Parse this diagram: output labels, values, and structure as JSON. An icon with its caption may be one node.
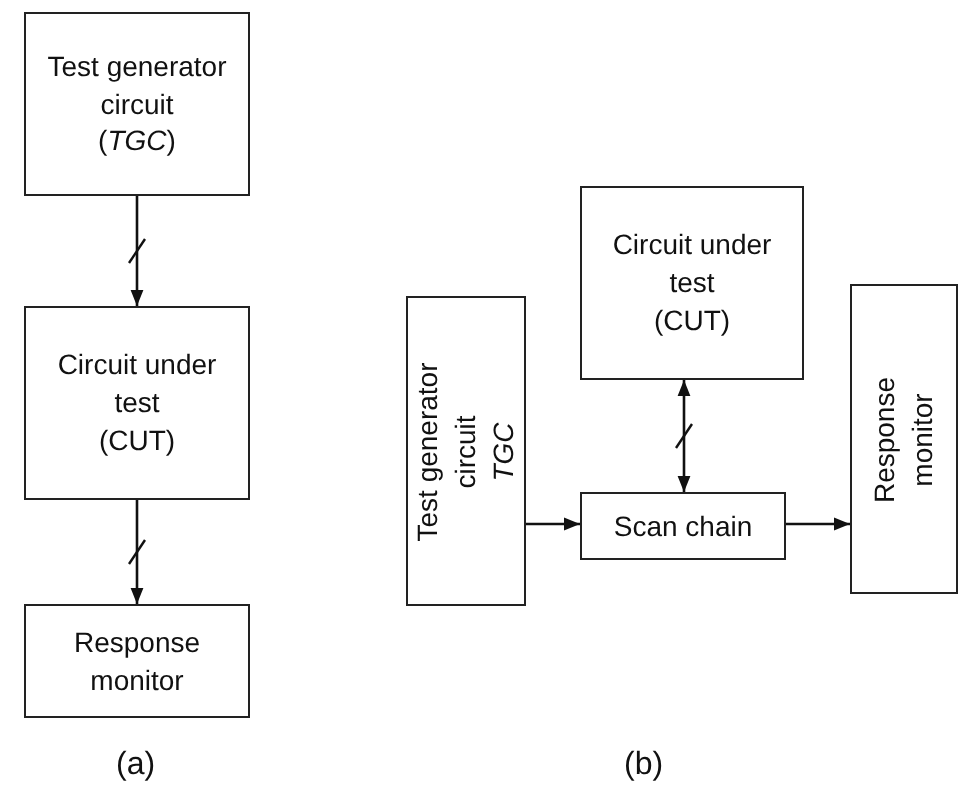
{
  "diagram": {
    "nodes": [
      {
        "text": [
          "Test generator circuit",
          "(*TGC*)"
        ]
      },
      {
        "text": [
          "Circuit under test",
          "(CUT)"
        ]
      },
      {
        "text": [
          "Response monitor"
        ]
      },
      {
        "text": [
          "Circuit under test",
          "(CUT)"
        ]
      },
      {
        "text": [
          "Test generator circuit",
          "*TGC*"
        ]
      },
      {
        "text": [
          "Scan chain"
        ]
      },
      {
        "text": [
          "Response monitor"
        ]
      }
    ],
    "edges": [
      {
        "from": 0,
        "to": 1,
        "arrow": "to"
      },
      {
        "from": 1,
        "to": 2,
        "arrow": "to"
      },
      {
        "from": 4,
        "to": 5,
        "arrow": "to"
      },
      {
        "from": 3,
        "to": 5,
        "arrow": "both"
      },
      {
        "from": 5,
        "to": 6,
        "arrow": "to"
      }
    ],
    "labels": [
      "(a)",
      "(b)"
    ]
  }
}
